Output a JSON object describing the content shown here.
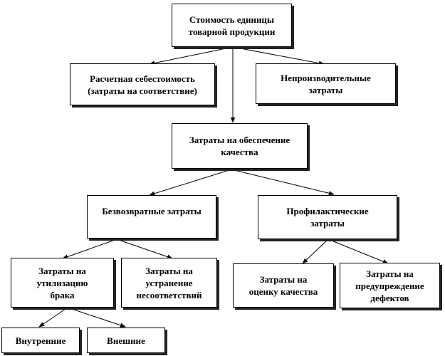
{
  "diagram": {
    "nodes": {
      "unit_cost": "Стоимость единицы\nтоварной продукции",
      "estimated_cost": "Расчетная себестоимость\n(затраты на соответствие)",
      "unproductive": "Непроизводительные\nзатраты",
      "quality_costs": "Затраты на обеспечение\nкачества",
      "irrecoverable": "Безвозвратные  затраты",
      "preventive": "Профилактические\nзатраты",
      "defect_utilization": "Затраты на\nутилизацию\nбрака",
      "nonconformity_fix": "Затраты на\nустранение\nнесоответствий",
      "quality_assessment": "Затраты на\nоценку качества",
      "defect_prevention": "Затраты на\nпредупреждение\nдефектов",
      "internal": "Внутренние",
      "external": "Внешние"
    },
    "colors": {
      "line": "#000000",
      "box_border": "#000000",
      "shadow": "#222222"
    }
  }
}
